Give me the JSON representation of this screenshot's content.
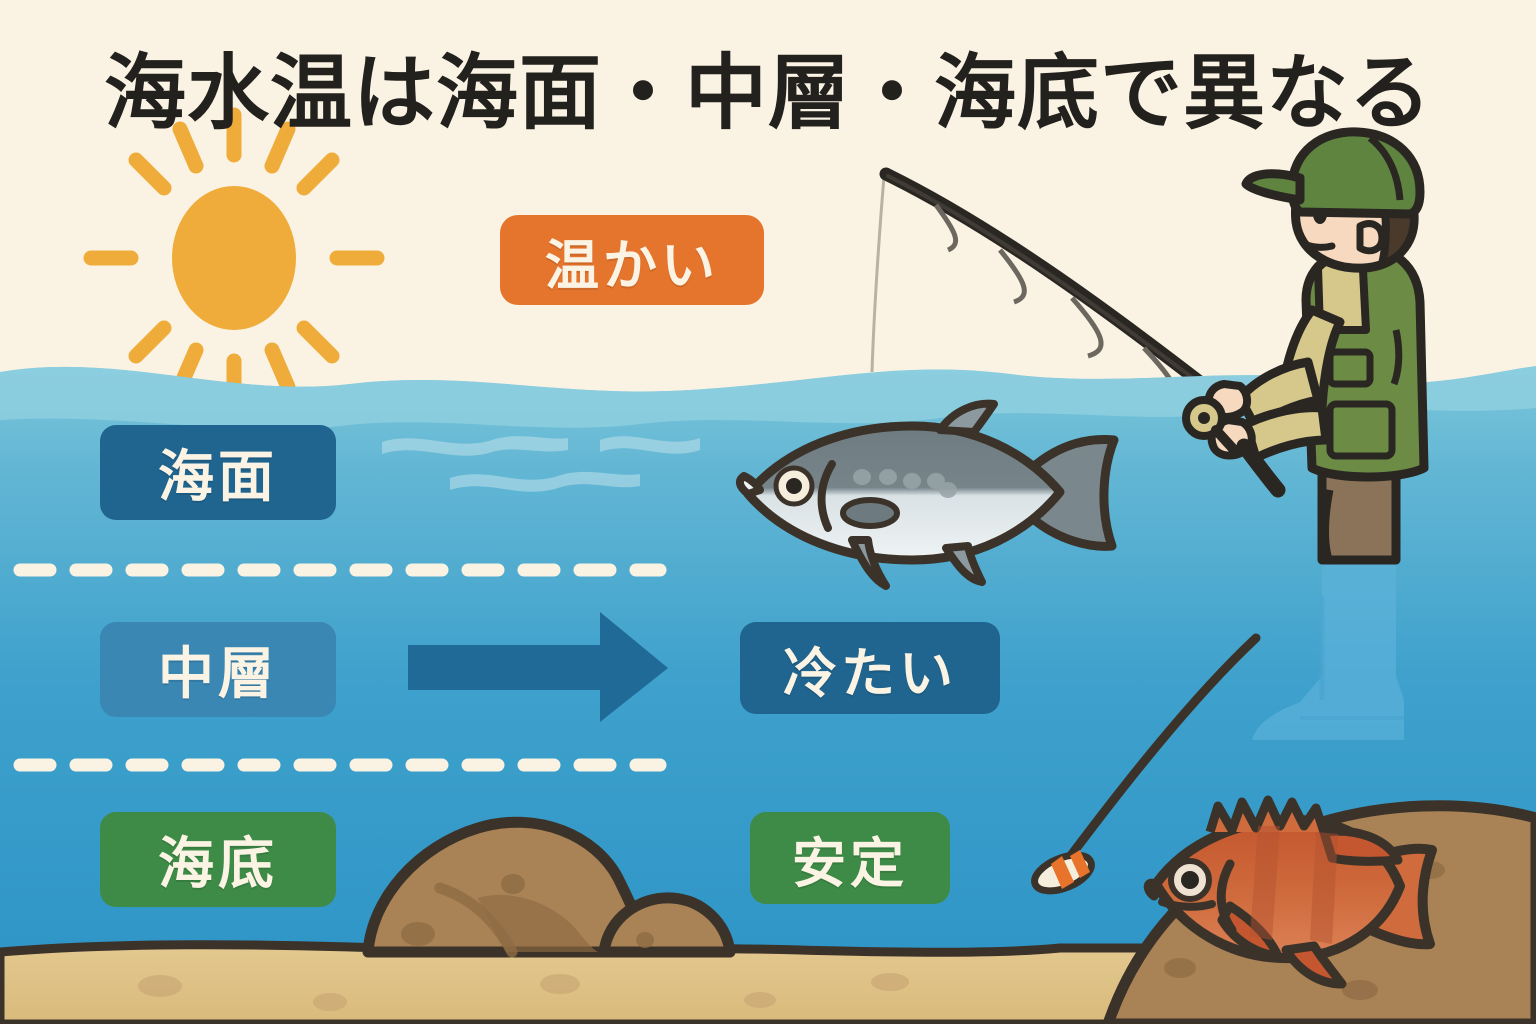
{
  "title": "海水温は海面・中層・海底で異なる",
  "badges": {
    "warm": {
      "label": "温かい",
      "color": "#E5742C"
    },
    "surface": {
      "label": "海面",
      "color": "#20658F"
    },
    "middle": {
      "label": "中層",
      "color": "#3A87B4"
    },
    "bottom": {
      "label": "海底",
      "color": "#3E8B47"
    },
    "cold": {
      "label": "冷たい",
      "color": "#20658F"
    },
    "stable": {
      "label": "安定",
      "color": "#3E8B47"
    }
  },
  "illustration": {
    "sun": {
      "name": "sun-icon",
      "color": "#EFAC3A",
      "rays": 12
    },
    "arrow": {
      "name": "right-arrow",
      "color": "#1F6A96",
      "direction": "right"
    },
    "pelagic_fish": {
      "name": "pelagic-fish",
      "body_color": "#6D7B80",
      "belly_color": "#E2E8EA",
      "facing": "left"
    },
    "rockfish": {
      "name": "rockfish",
      "body_color": "#C96038",
      "facing": "left"
    },
    "angler": {
      "name": "angler",
      "cap_color": "#5E8440",
      "vest_color": "#6C8C45",
      "shirt_color": "#D6C78B",
      "pants_color": "#8A7358",
      "skin_color": "#F6D9BE"
    },
    "lure": {
      "name": "fishing-lure",
      "colors": [
        "#E8732B",
        "#F6EEDC"
      ]
    },
    "rod": {
      "name": "fishing-rod",
      "color": "#2A2723"
    },
    "rocks": {
      "name": "seabed-rocks",
      "color": "#A98256"
    },
    "seabed": {
      "name": "sandy-seabed",
      "color": "#E0C389"
    }
  },
  "layers": {
    "sky_color": "#FAF3E3",
    "surface_water_color": "#7BC6DA",
    "mid_water_color": "#3FA0CC",
    "deep_water_color": "#2E95C6",
    "divider_color": "#FAF3E3",
    "dividers": 2
  }
}
